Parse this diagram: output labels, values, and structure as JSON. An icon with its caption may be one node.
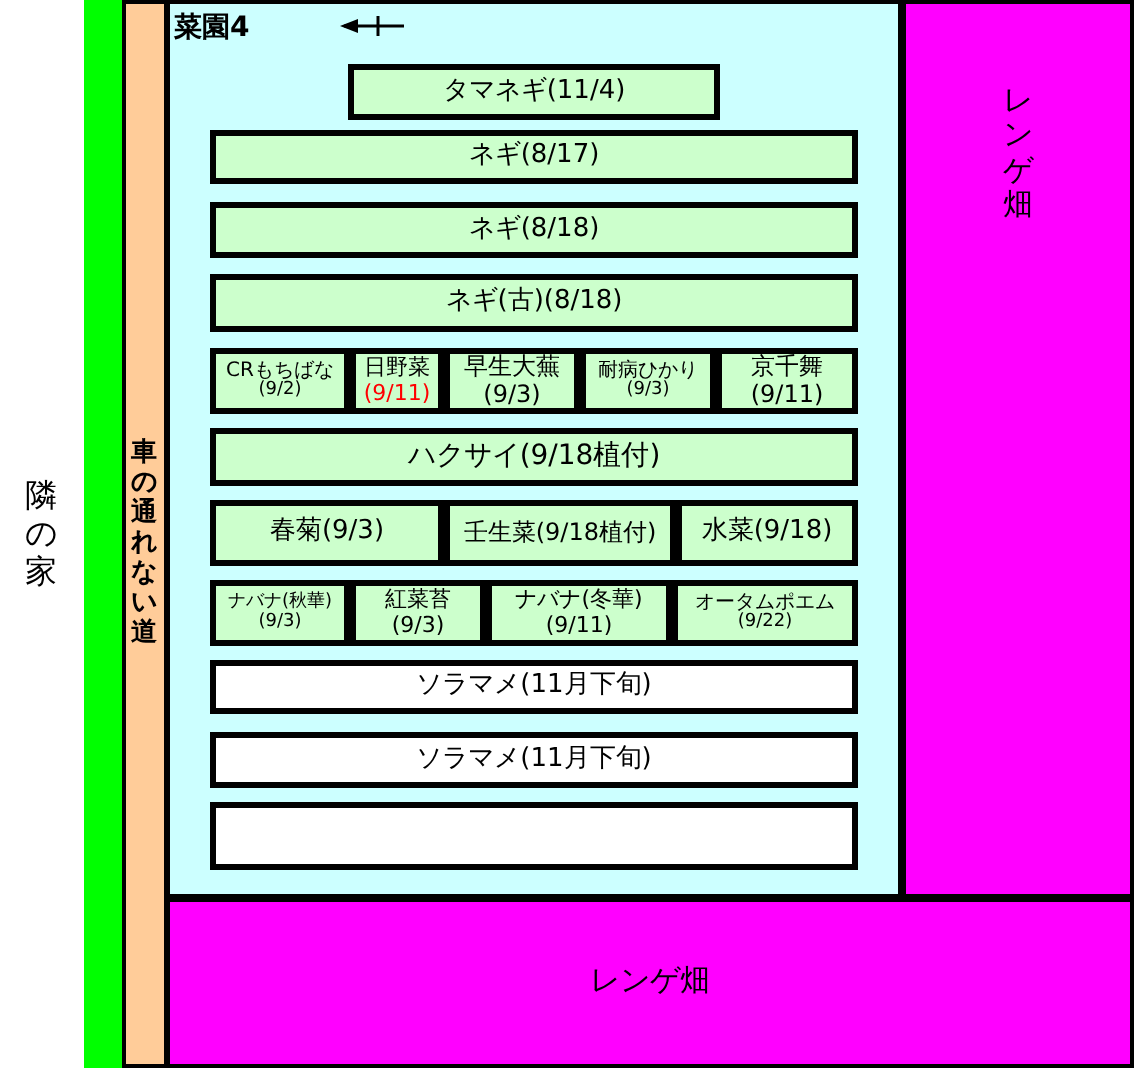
{
  "diagram": {
    "nodes": [
      {
        "text": [
          "菜園4"
        ]
      },
      {
        "text": [
          "タマネギ(11/4)"
        ],
        "in": 0
      },
      {
        "text": [
          "ネギ(8/17)"
        ],
        "in": 0
      },
      {
        "text": [
          "ネギ(8/18)"
        ],
        "in": 0
      },
      {
        "text": [
          "ネギ(古)(8/18)"
        ],
        "in": 0
      },
      {
        "text": [
          "CRもちばな",
          "(9/2)"
        ],
        "in": 0
      },
      {
        "text": [
          "日野菜",
          "(9/11)"
        ],
        "in": 0
      },
      {
        "text": [
          "早生大蕪",
          "(9/3)"
        ],
        "in": 0
      },
      {
        "text": [
          "耐病ひかり",
          "(9/3)"
        ],
        "in": 0
      },
      {
        "text": [
          "京千舞",
          "(9/11)"
        ],
        "in": 0
      },
      {
        "text": [
          "ハクサイ(9/18植付)"
        ],
        "in": 0
      },
      {
        "text": [
          "春菊(9/3)"
        ],
        "in": 0
      },
      {
        "text": [
          "壬生菜(9/18植付)"
        ],
        "in": 0
      },
      {
        "text": [
          "水菜(9/18)"
        ],
        "in": 0
      },
      {
        "text": [
          "ナバナ(秋華)",
          "(9/3)"
        ],
        "in": 0
      },
      {
        "text": [
          "紅菜苔",
          "(9/3)"
        ],
        "in": 0
      },
      {
        "text": [
          "ナバナ(冬華)",
          "(9/11)"
        ],
        "in": 0
      },
      {
        "text": [
          "オータムポエム",
          "(9/22)"
        ],
        "in": 0
      },
      {
        "text": [
          "ソラマメ(11月下旬)"
        ],
        "in": 0
      },
      {
        "text": [
          "ソラマメ(11月下旬)"
        ],
        "in": 0
      },
      {
        "text": [],
        "shape": "box",
        "in": 0
      },
      {
        "text": [
          "車の通れない道"
        ]
      },
      {
        "text": [
          "レンゲ畑"
        ]
      },
      {
        "text": [
          "レンゲ畑"
        ]
      }
    ],
    "labels": [
      "隣の家"
    ]
  }
}
